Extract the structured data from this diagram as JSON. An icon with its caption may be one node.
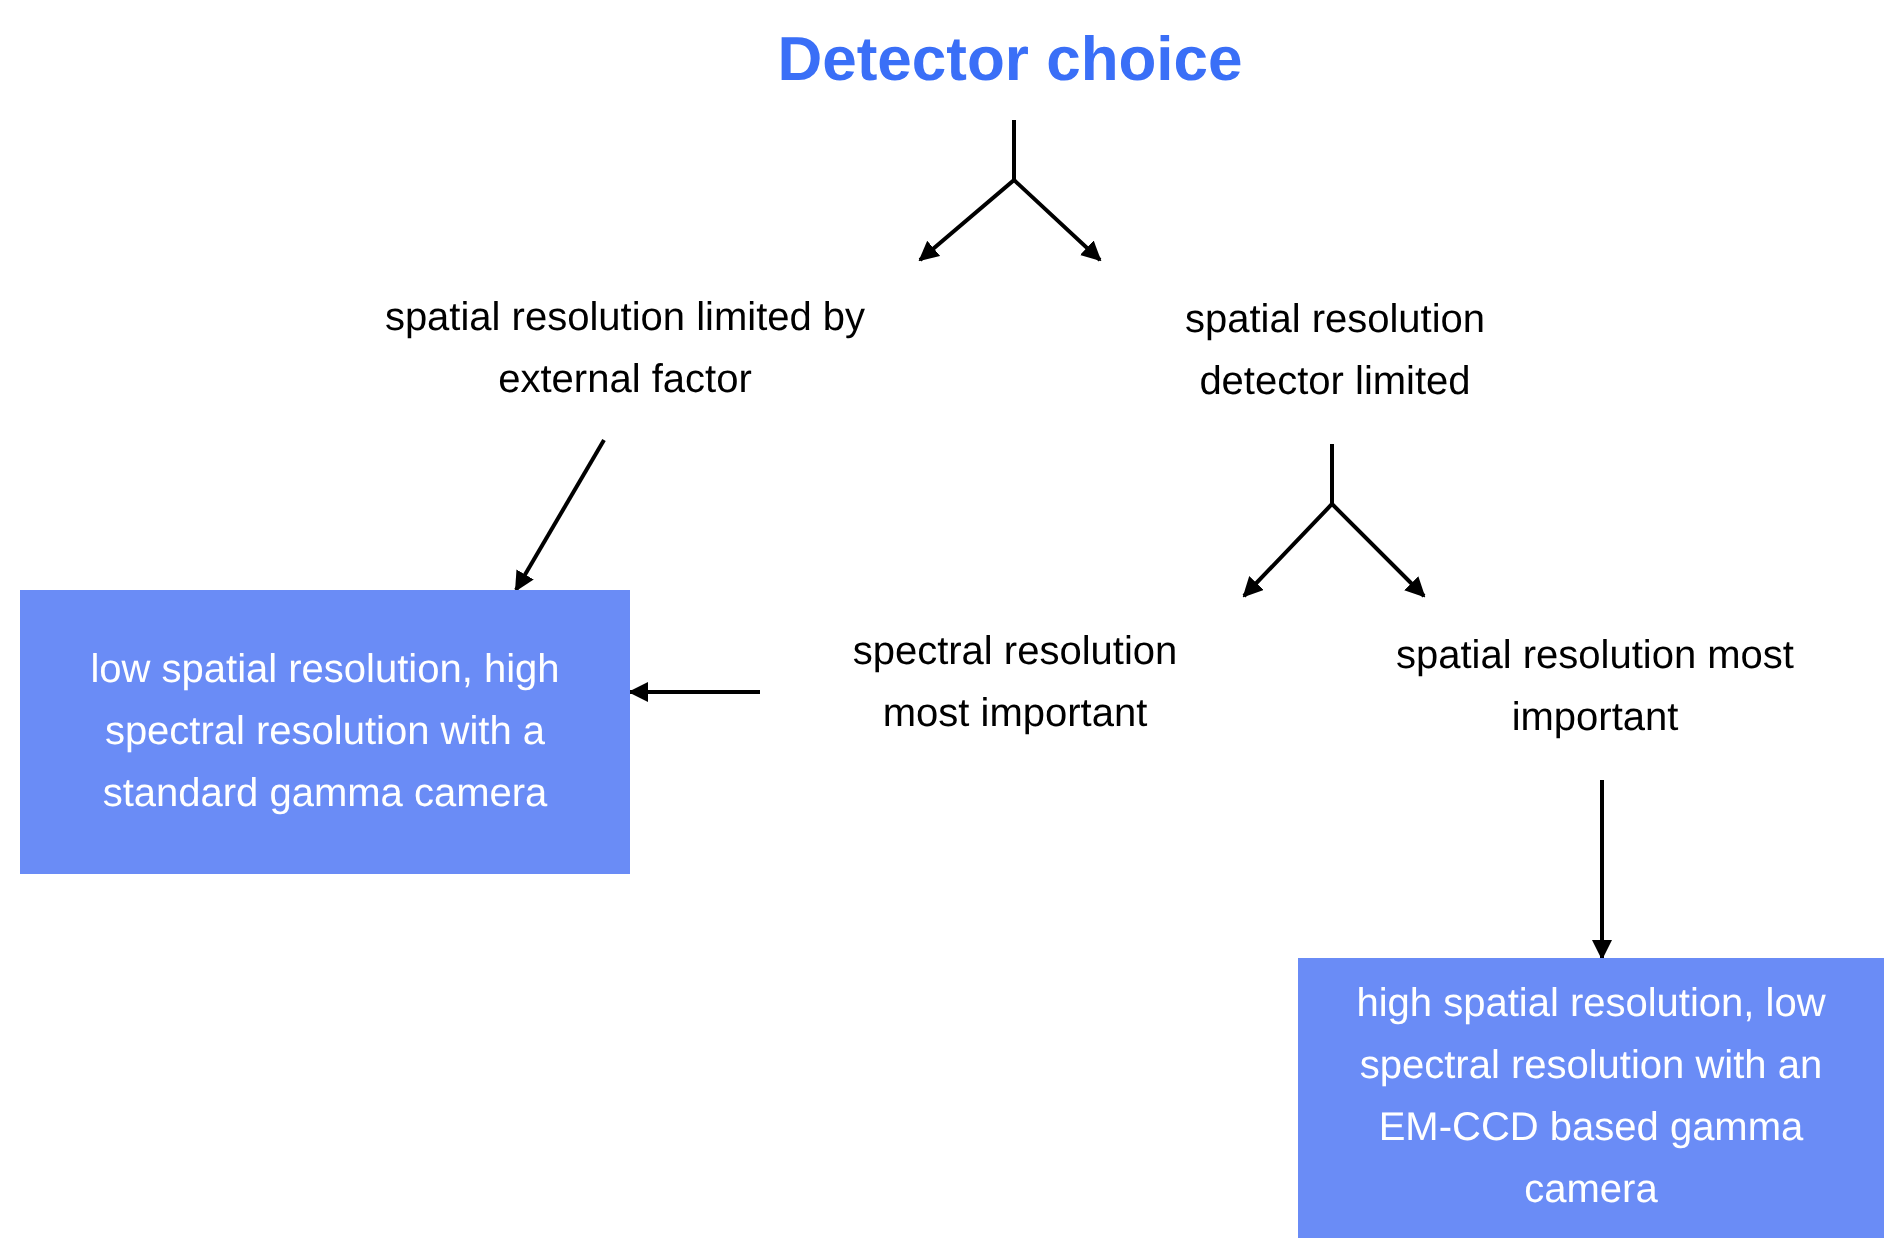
{
  "diagram": {
    "nodes": [
      {
        "text": [
          "Detector choice"
        ]
      },
      {
        "text": [
          "spatial resolution limited by external factor"
        ]
      },
      {
        "text": [
          "spatial resolution detector limited"
        ]
      },
      {
        "text": [
          "low spatial resolution, high spectral resolution with a standard gamma camera"
        ]
      },
      {
        "text": [
          "spectral resolution most important"
        ]
      },
      {
        "text": [
          "spatial resolution most important"
        ]
      },
      {
        "text": [
          "high spatial resolution, low spectral resolution with an EM-CCD based gamma camera"
        ]
      }
    ],
    "edges": [
      {
        "from": 0,
        "to": 1,
        "arrow": "to"
      },
      {
        "from": 0,
        "to": 2,
        "arrow": "to"
      },
      {
        "from": 1,
        "to": 3,
        "arrow": "to"
      },
      {
        "from": 2,
        "to": 4,
        "arrow": "to"
      },
      {
        "from": 2,
        "to": 5,
        "arrow": "to"
      },
      {
        "from": 4,
        "to": 3,
        "arrow": "to"
      },
      {
        "from": 5,
        "to": 6,
        "arrow": "to"
      }
    ]
  }
}
